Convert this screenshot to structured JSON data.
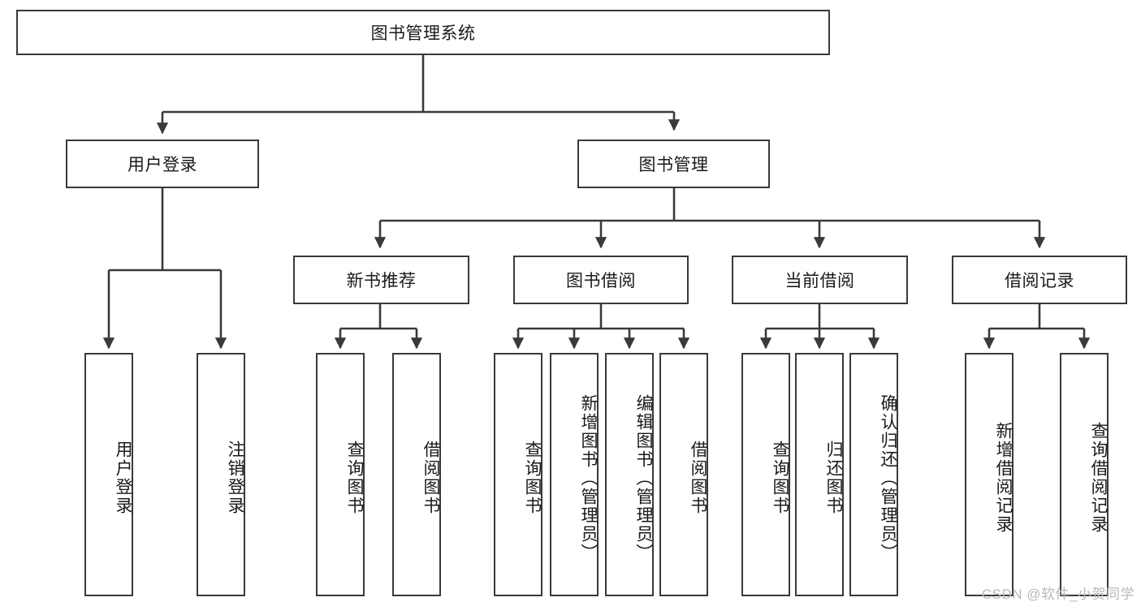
{
  "diagram": {
    "type": "tree-hierarchy",
    "title": "图书管理系统",
    "stroke_color": "#3a3a3a",
    "background_color": "#ffffff",
    "root": {
      "id": "root",
      "label": "图书管理系统"
    },
    "level2": [
      {
        "id": "user-login",
        "label": "用户登录"
      },
      {
        "id": "book-manage",
        "label": "图书管理"
      }
    ],
    "level3": [
      {
        "id": "new-book-recommend",
        "label": "新书推荐",
        "parent": "book-manage"
      },
      {
        "id": "book-borrow",
        "label": "图书借阅",
        "parent": "book-manage"
      },
      {
        "id": "current-borrow",
        "label": "当前借阅",
        "parent": "book-manage"
      },
      {
        "id": "borrow-record",
        "label": "借阅记录",
        "parent": "book-manage"
      }
    ],
    "leaves": {
      "user-login": [
        {
          "id": "leaf-user-login",
          "label": "用户登录"
        },
        {
          "id": "leaf-user-logout",
          "label": "注销登录"
        }
      ],
      "new-book-recommend": [
        {
          "id": "leaf-query-book-1",
          "label": "查询图书"
        },
        {
          "id": "leaf-borrow-book-1",
          "label": "借阅图书"
        }
      ],
      "book-borrow": [
        {
          "id": "leaf-query-book-2",
          "label": "查询图书"
        },
        {
          "id": "leaf-add-book",
          "label": "新增图书（管理员）"
        },
        {
          "id": "leaf-edit-book",
          "label": "编辑图书（管理员）"
        },
        {
          "id": "leaf-borrow-book-2",
          "label": "借阅图书"
        }
      ],
      "current-borrow": [
        {
          "id": "leaf-query-book-3",
          "label": "查询图书"
        },
        {
          "id": "leaf-return-book",
          "label": "归还图书"
        },
        {
          "id": "leaf-confirm-return",
          "label": "确认归还（管理员）"
        }
      ],
      "borrow-record": [
        {
          "id": "leaf-add-record",
          "label": "新增借阅记录"
        },
        {
          "id": "leaf-query-record",
          "label": "查询借阅记录"
        }
      ]
    }
  },
  "watermark": {
    "text": "CSDN @软件_小贺同学"
  }
}
